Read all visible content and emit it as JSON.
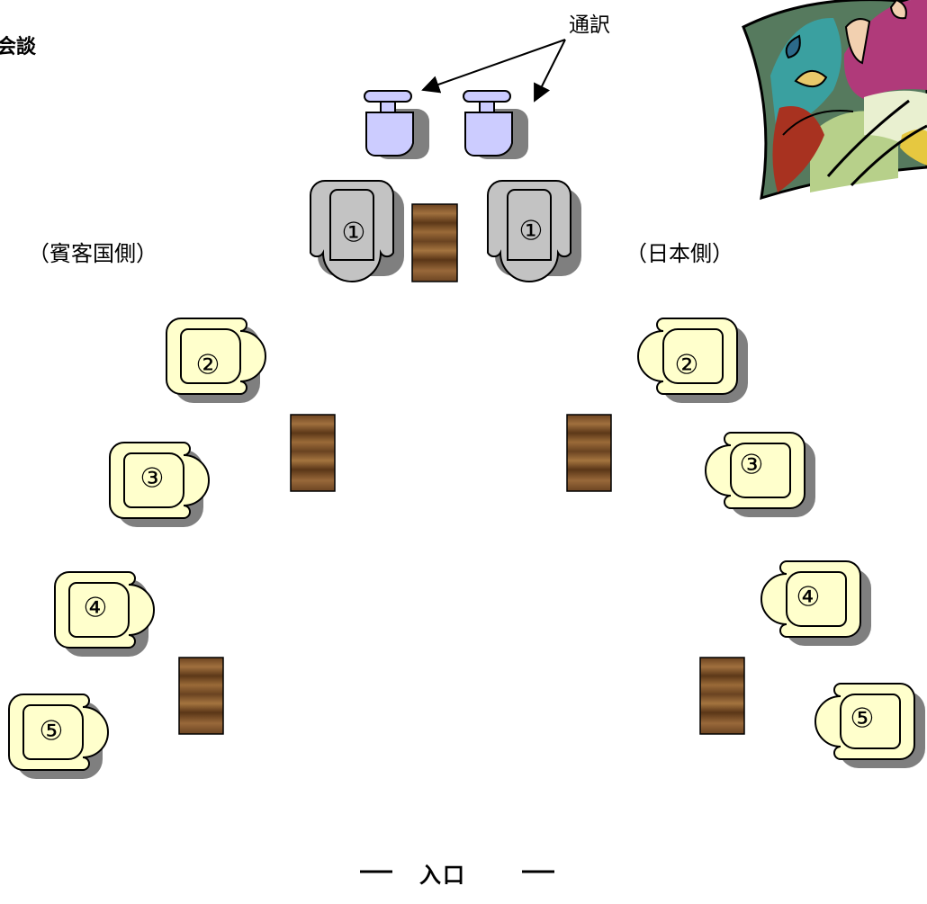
{
  "title": "会談",
  "interpreter_label": "通訳",
  "guest_side_label": "（賓客国側）",
  "japan_side_label": "（日本側）",
  "entrance_label": "入口",
  "seat_numbers": {
    "lead_left": "①",
    "lead_right": "①",
    "guest": [
      "②",
      "③",
      "④",
      "⑤"
    ],
    "japan": [
      "②",
      "③",
      "④",
      "⑤"
    ]
  },
  "colors": {
    "lead_chair": "#c3c3c3",
    "guest_chair": "#ffffcc",
    "interpreter_chair": "#ccccff",
    "chair_shadow": "#7f7f7f",
    "table_wood": "#8b5a2b"
  },
  "icons": {
    "clipart": "people-meeting-clipart"
  }
}
